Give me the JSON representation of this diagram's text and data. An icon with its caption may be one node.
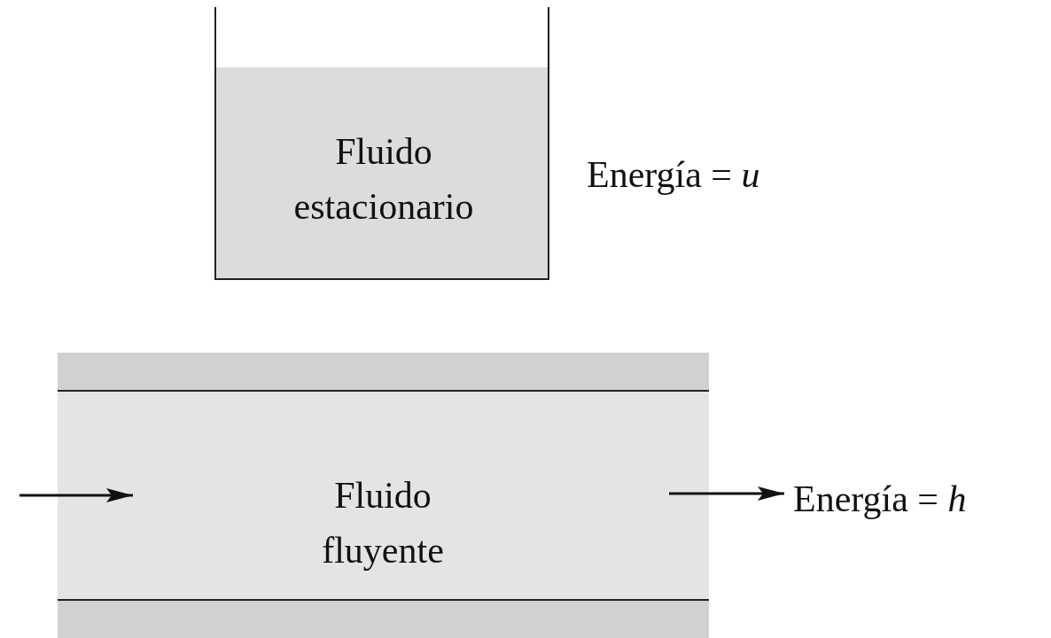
{
  "diagram": {
    "nodes": [
      {
        "text": [
          "Fluido estacionario"
        ],
        "beside": [
          "Energía = *u*"
        ]
      },
      {
        "text": [
          "Fluido fluyente"
        ]
      },
      {
        "text": [
          "Energía = *h*"
        ]
      }
    ],
    "edges": [
      {
        "from": null,
        "to": 1,
        "arrow": "to"
      },
      {
        "from": 1,
        "to": 2,
        "arrow": "to"
      }
    ]
  }
}
